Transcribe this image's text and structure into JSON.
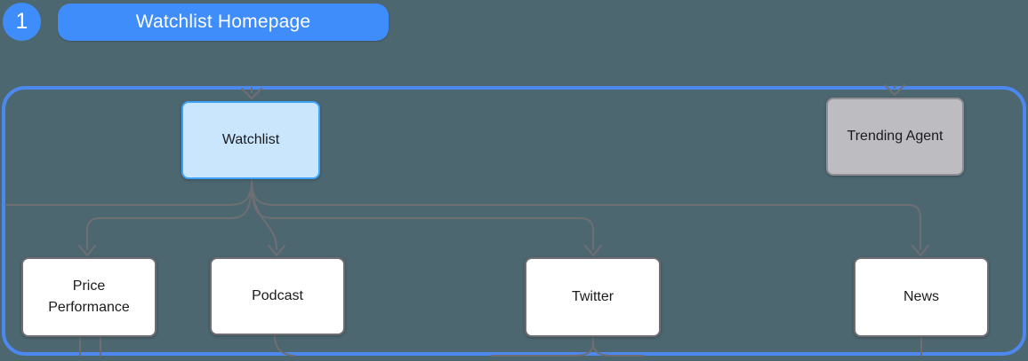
{
  "header": {
    "step_number": "1",
    "title": "Watchlist Homepage"
  },
  "diagram": {
    "nodes": {
      "watchlist": {
        "label": "Watchlist"
      },
      "trending_agent": {
        "label": "Trending Agent"
      },
      "price_performance": {
        "label": "Price Performance"
      },
      "podcast": {
        "label": "Podcast"
      },
      "twitter": {
        "label": "Twitter"
      },
      "news": {
        "label": "News"
      }
    },
    "edges": [
      {
        "from": "top",
        "to": "watchlist"
      },
      {
        "from": "top",
        "to": "trending_agent"
      },
      {
        "from": "watchlist",
        "to": "price_performance"
      },
      {
        "from": "watchlist",
        "to": "podcast"
      },
      {
        "from": "watchlist",
        "to": "twitter"
      },
      {
        "from": "watchlist",
        "to": "news"
      },
      {
        "from": "watchlist",
        "to": "offscreen_left"
      },
      {
        "from": "price_performance",
        "to": "offscreen_bottom"
      },
      {
        "from": "podcast",
        "to": "offscreen_bottom"
      },
      {
        "from": "twitter",
        "to": "offscreen_bottom"
      },
      {
        "from": "news",
        "to": "offscreen_bottom"
      }
    ]
  },
  "colors": {
    "background": "#4D6771",
    "container_border": "#4C88EE",
    "accent_blue": "#3F8DFA",
    "watchlist_fill": "#C9E6FD",
    "watchlist_border": "#3FA2F9",
    "trending_fill": "#BDBDC1",
    "trending_border": "#8E8E93",
    "node_fill": "#FFFFFF",
    "node_border": "#6E6E73",
    "edge": "#6E6E73",
    "text": "#1B1B1E"
  }
}
